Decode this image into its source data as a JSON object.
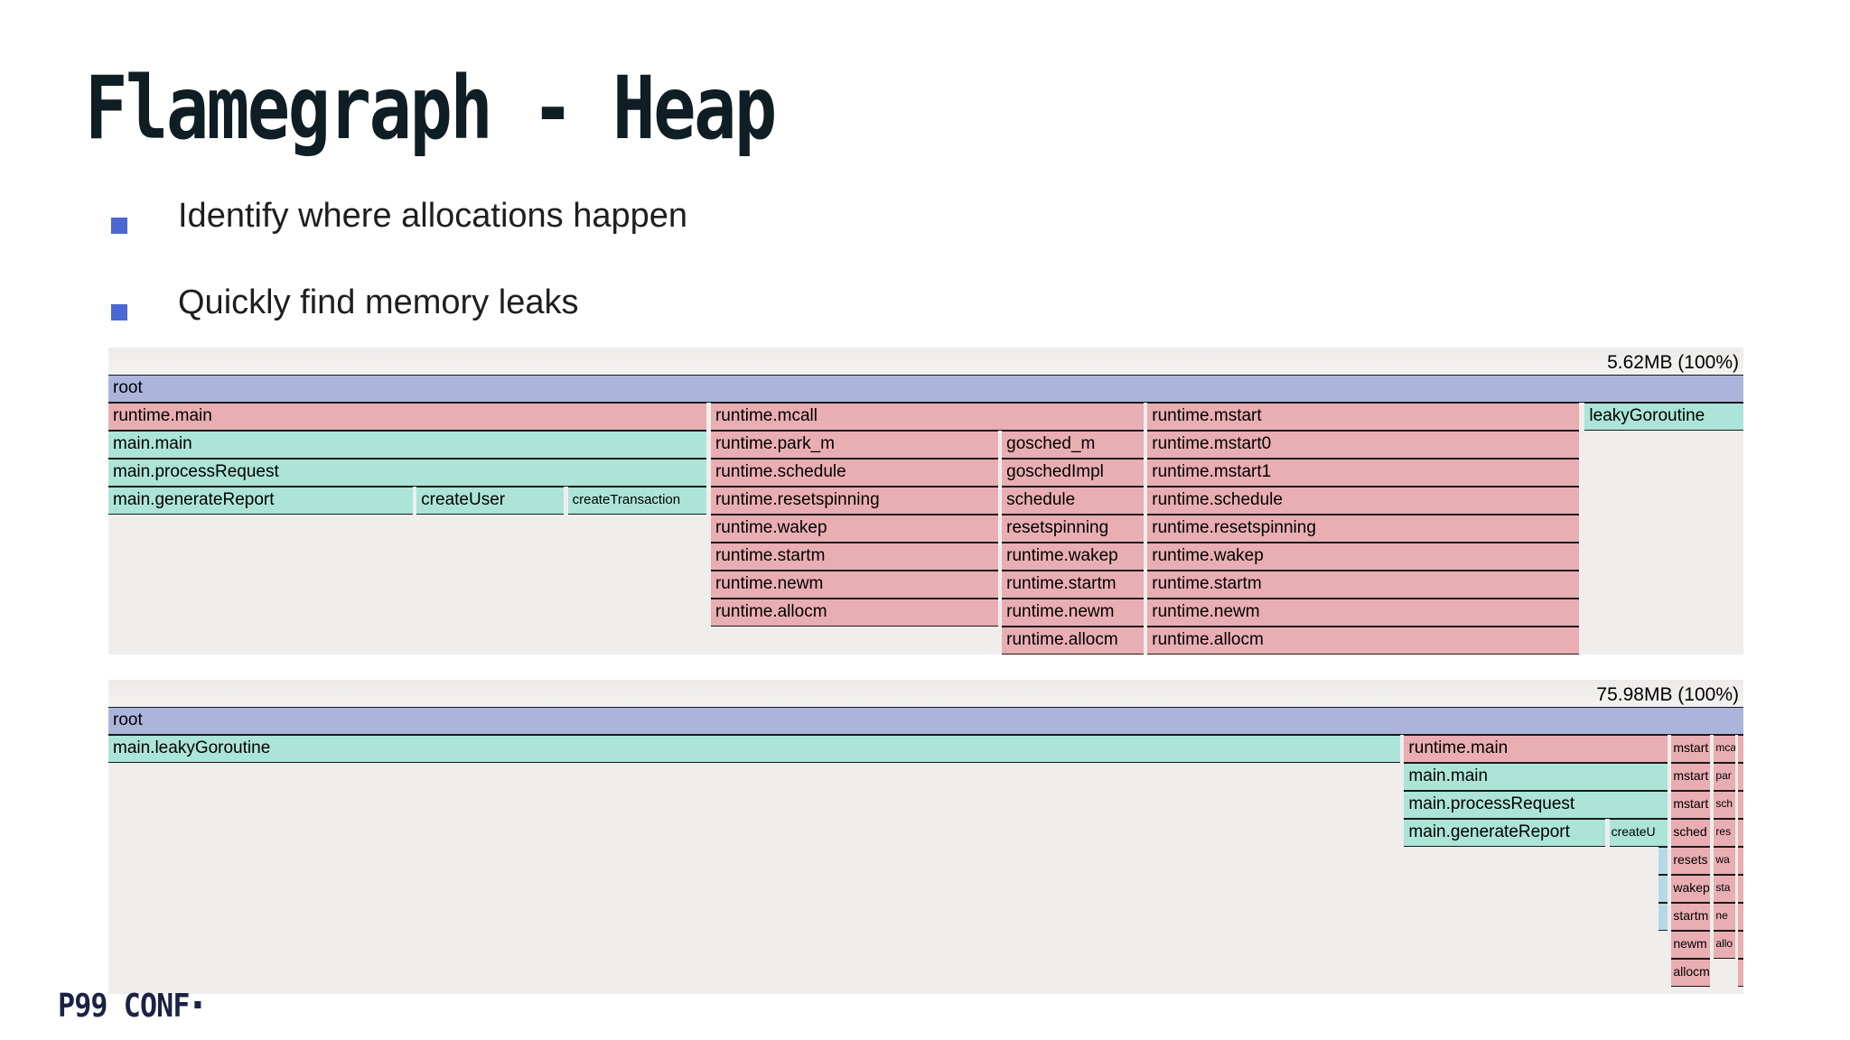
{
  "slide": {
    "title": "Flamegraph - Heap",
    "bullets": [
      "Identify where allocations happen",
      "Quickly find memory leaks"
    ],
    "logo": "P99 CONF"
  },
  "colors": {
    "bullet_accent": "#4a67d2",
    "title_text": "#0f1d24",
    "logo_text": "#1c2244",
    "flame_root_blue": "#abb5dc",
    "flame_runtime_pink": "#e9aeb2",
    "flame_app_teal": "#ace4d8",
    "flame_other_paleblue": "#b9d8e6",
    "flame_background_gray": "#efeeed"
  },
  "chart_data": [
    {
      "type": "flamegraph",
      "total": "5.62MB (100%)",
      "rows": [
        [
          {
            "t": "root",
            "x": 0,
            "w": 100,
            "c": "r"
          }
        ],
        [
          {
            "t": "runtime.main",
            "x": 0,
            "w": 36.6,
            "c": "g"
          },
          {
            "t": "runtime.mcall",
            "x": 36.85,
            "w": 26.45,
            "c": "g"
          },
          {
            "t": "runtime.mstart",
            "x": 63.55,
            "w": 26.4,
            "c": "g"
          },
          {
            "t": "leakyGoroutine",
            "x": 90.3,
            "w": 9.7,
            "c": "a"
          }
        ],
        [
          {
            "t": "main.main",
            "x": 0,
            "w": 36.6,
            "c": "a"
          },
          {
            "t": "runtime.park_m",
            "x": 36.85,
            "w": 17.55,
            "c": "g"
          },
          {
            "t": "gosched_m",
            "x": 54.65,
            "w": 8.65,
            "c": "g"
          },
          {
            "t": "runtime.mstart0",
            "x": 63.55,
            "w": 26.4,
            "c": "g"
          }
        ],
        [
          {
            "t": "main.processRequest",
            "x": 0,
            "w": 36.6,
            "c": "a"
          },
          {
            "t": "runtime.schedule",
            "x": 36.85,
            "w": 17.55,
            "c": "g"
          },
          {
            "t": "goschedImpl",
            "x": 54.65,
            "w": 8.65,
            "c": "g"
          },
          {
            "t": "runtime.mstart1",
            "x": 63.55,
            "w": 26.4,
            "c": "g"
          }
        ],
        [
          {
            "t": "main.generateReport",
            "x": 0,
            "w": 18.6,
            "c": "a"
          },
          {
            "t": "createUser",
            "x": 18.85,
            "w": 9.0,
            "c": "a"
          },
          {
            "t": "createTransaction",
            "x": 28.1,
            "w": 8.5,
            "c": "a",
            "s": "sm"
          },
          {
            "t": "runtime.resetspinning",
            "x": 36.85,
            "w": 17.55,
            "c": "g"
          },
          {
            "t": "schedule",
            "x": 54.65,
            "w": 8.65,
            "c": "g"
          },
          {
            "t": "runtime.schedule",
            "x": 63.55,
            "w": 26.4,
            "c": "g"
          }
        ],
        [
          {
            "t": "runtime.wakep",
            "x": 36.85,
            "w": 17.55,
            "c": "g"
          },
          {
            "t": "resetspinning",
            "x": 54.65,
            "w": 8.65,
            "c": "g"
          },
          {
            "t": "runtime.resetspinning",
            "x": 63.55,
            "w": 26.4,
            "c": "g"
          }
        ],
        [
          {
            "t": "runtime.startm",
            "x": 36.85,
            "w": 17.55,
            "c": "g"
          },
          {
            "t": "runtime.wakep",
            "x": 54.65,
            "w": 8.65,
            "c": "g"
          },
          {
            "t": "runtime.wakep",
            "x": 63.55,
            "w": 26.4,
            "c": "g"
          }
        ],
        [
          {
            "t": "runtime.newm",
            "x": 36.85,
            "w": 17.55,
            "c": "g"
          },
          {
            "t": "runtime.startm",
            "x": 54.65,
            "w": 8.65,
            "c": "g"
          },
          {
            "t": "runtime.startm",
            "x": 63.55,
            "w": 26.4,
            "c": "g"
          }
        ],
        [
          {
            "t": "runtime.allocm",
            "x": 36.85,
            "w": 17.55,
            "c": "g"
          },
          {
            "t": "runtime.newm",
            "x": 54.65,
            "w": 8.65,
            "c": "g"
          },
          {
            "t": "runtime.newm",
            "x": 63.55,
            "w": 26.4,
            "c": "g"
          }
        ],
        [
          {
            "t": "runtime.allocm",
            "x": 54.65,
            "w": 8.65,
            "c": "g"
          },
          {
            "t": "runtime.allocm",
            "x": 63.55,
            "w": 26.4,
            "c": "g"
          }
        ]
      ]
    },
    {
      "type": "flamegraph",
      "total": "75.98MB (100%)",
      "rows": [
        [
          {
            "t": "root",
            "x": 0,
            "w": 100,
            "c": "r"
          }
        ],
        [
          {
            "t": "main.leakyGoroutine",
            "x": 0,
            "w": 79.0,
            "c": "a"
          },
          {
            "t": "runtime.main",
            "x": 79.25,
            "w": 16.1,
            "c": "g"
          },
          {
            "t": "mstart",
            "x": 95.6,
            "w": 2.35,
            "c": "g",
            "s": "xs"
          },
          {
            "t": "mcal",
            "x": 98.2,
            "w": 1.3,
            "c": "g",
            "s": "xxs"
          },
          {
            "t": "",
            "x": 99.68,
            "w": 0.32,
            "c": "g"
          }
        ],
        [
          {
            "t": "main.main",
            "x": 79.25,
            "w": 16.1,
            "c": "a"
          },
          {
            "t": "mstart",
            "x": 95.6,
            "w": 2.35,
            "c": "g",
            "s": "xs"
          },
          {
            "t": "par",
            "x": 98.2,
            "w": 1.3,
            "c": "g",
            "s": "xxs"
          },
          {
            "t": "",
            "x": 99.68,
            "w": 0.32,
            "c": "g"
          }
        ],
        [
          {
            "t": "main.processRequest",
            "x": 79.25,
            "w": 16.1,
            "c": "a"
          },
          {
            "t": "mstart",
            "x": 95.6,
            "w": 2.35,
            "c": "g",
            "s": "xs"
          },
          {
            "t": "sch",
            "x": 98.2,
            "w": 1.3,
            "c": "g",
            "s": "xxs"
          },
          {
            "t": "",
            "x": 99.68,
            "w": 0.32,
            "c": "g"
          }
        ],
        [
          {
            "t": "main.generateReport",
            "x": 79.25,
            "w": 12.3,
            "c": "a"
          },
          {
            "t": "createU",
            "x": 91.8,
            "w": 3.55,
            "c": "a",
            "s": "xs"
          },
          {
            "t": "sched",
            "x": 95.6,
            "w": 2.35,
            "c": "g",
            "s": "xs"
          },
          {
            "t": "res",
            "x": 98.2,
            "w": 1.3,
            "c": "g",
            "s": "xxs"
          },
          {
            "t": "",
            "x": 99.68,
            "w": 0.32,
            "c": "g"
          }
        ],
        [
          {
            "t": "",
            "x": 94.8,
            "w": 0.55,
            "c": "l"
          },
          {
            "t": "resets",
            "x": 95.6,
            "w": 2.35,
            "c": "g",
            "s": "xs"
          },
          {
            "t": "wa",
            "x": 98.2,
            "w": 1.3,
            "c": "g",
            "s": "xxs"
          },
          {
            "t": "",
            "x": 99.68,
            "w": 0.32,
            "c": "g"
          }
        ],
        [
          {
            "t": "",
            "x": 94.8,
            "w": 0.55,
            "c": "l"
          },
          {
            "t": "wakep",
            "x": 95.6,
            "w": 2.35,
            "c": "g",
            "s": "xs"
          },
          {
            "t": "sta",
            "x": 98.2,
            "w": 1.3,
            "c": "g",
            "s": "xxs"
          },
          {
            "t": "",
            "x": 99.68,
            "w": 0.32,
            "c": "g"
          }
        ],
        [
          {
            "t": "",
            "x": 94.8,
            "w": 0.55,
            "c": "l"
          },
          {
            "t": "startm",
            "x": 95.6,
            "w": 2.35,
            "c": "g",
            "s": "xs"
          },
          {
            "t": "ne",
            "x": 98.2,
            "w": 1.3,
            "c": "g",
            "s": "xxs"
          },
          {
            "t": "",
            "x": 99.68,
            "w": 0.32,
            "c": "g"
          }
        ],
        [
          {
            "t": "newm",
            "x": 95.6,
            "w": 2.35,
            "c": "g",
            "s": "xs"
          },
          {
            "t": "allo",
            "x": 98.2,
            "w": 1.3,
            "c": "g",
            "s": "xxs"
          },
          {
            "t": "",
            "x": 99.68,
            "w": 0.32,
            "c": "g"
          }
        ],
        [
          {
            "t": "allocm",
            "x": 95.6,
            "w": 2.35,
            "c": "g",
            "s": "xs"
          },
          {
            "t": "",
            "x": 99.68,
            "w": 0.32,
            "c": "g"
          }
        ]
      ]
    }
  ]
}
